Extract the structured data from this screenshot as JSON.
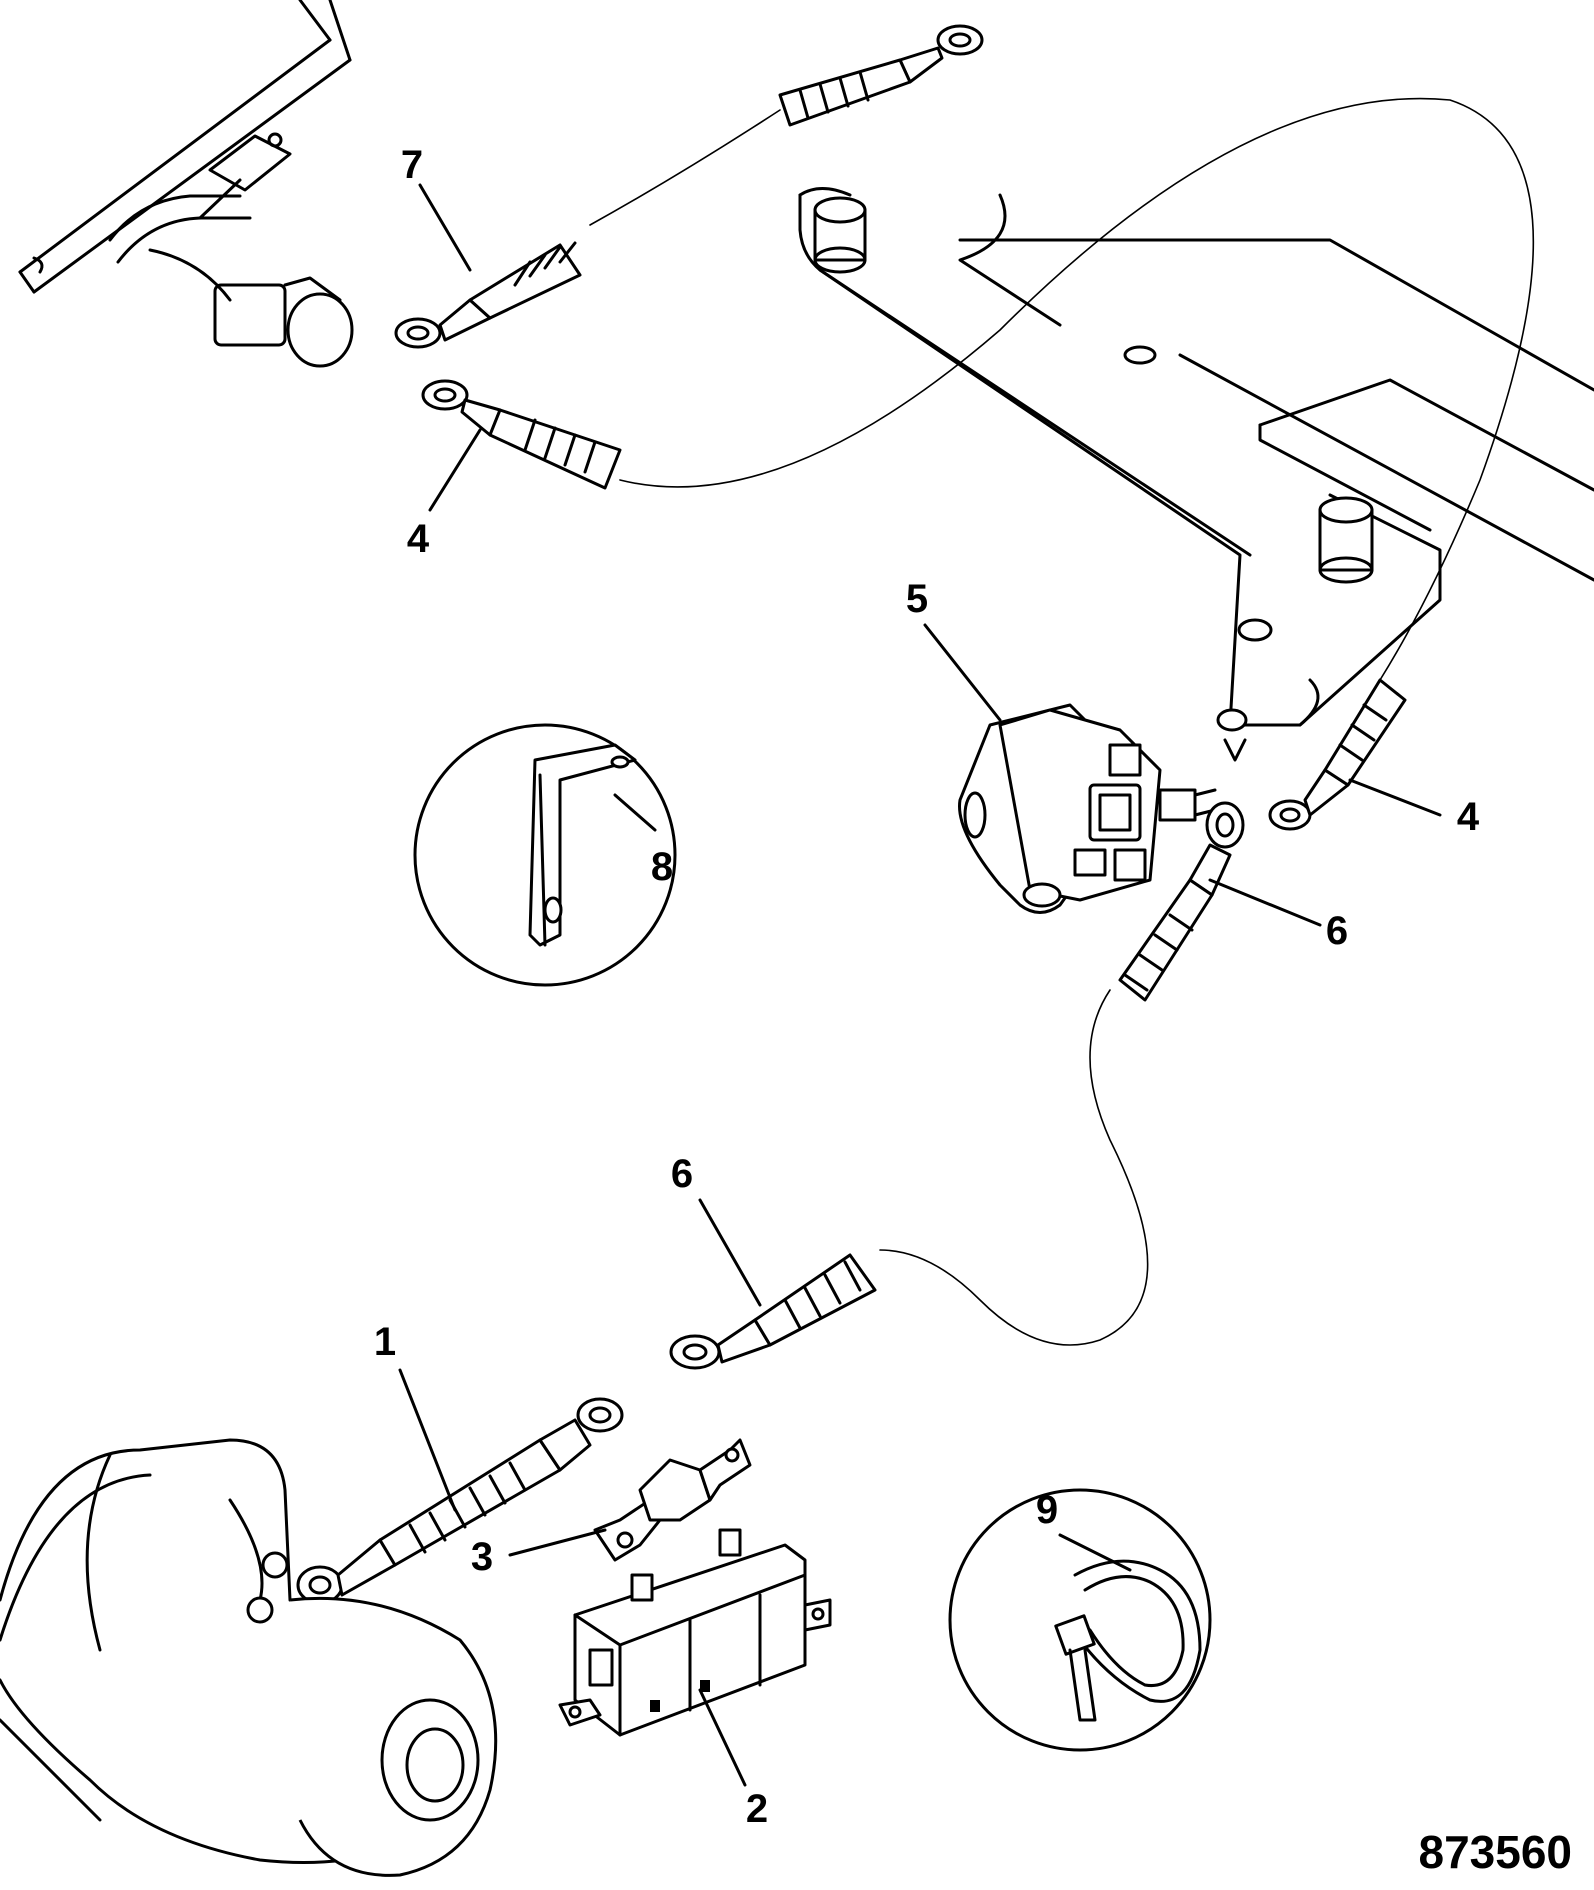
{
  "callouts": [
    {
      "id": "c7",
      "label": "7"
    },
    {
      "id": "c4a",
      "label": "4"
    },
    {
      "id": "c5",
      "label": "5"
    },
    {
      "id": "c8",
      "label": "8"
    },
    {
      "id": "c4b",
      "label": "4"
    },
    {
      "id": "c6a",
      "label": "6"
    },
    {
      "id": "c6b",
      "label": "6"
    },
    {
      "id": "c1",
      "label": "1"
    },
    {
      "id": "c3",
      "label": "3"
    },
    {
      "id": "c9",
      "label": "9"
    },
    {
      "id": "c2",
      "label": "2"
    }
  ],
  "drawing_number": "873560"
}
